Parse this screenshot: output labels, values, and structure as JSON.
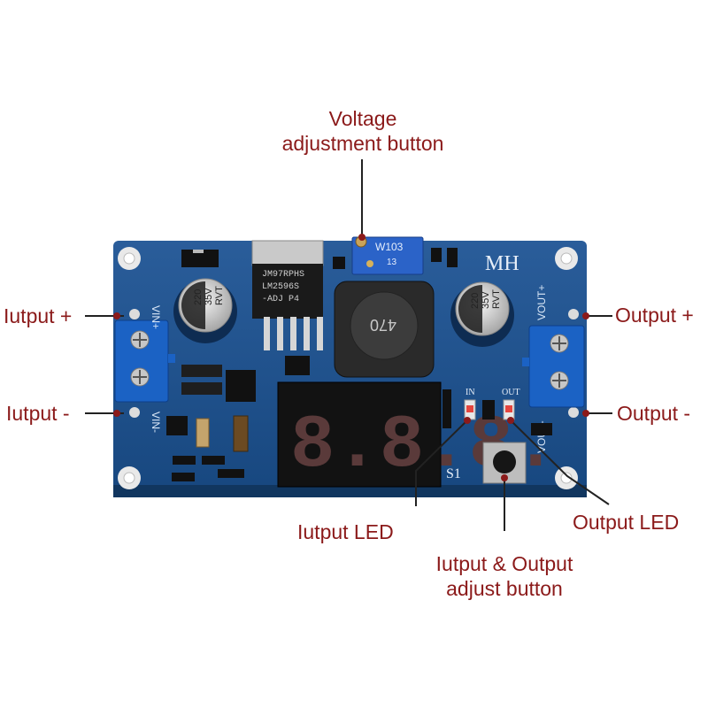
{
  "labels": {
    "voltage_adjust": [
      "Voltage",
      "adjustment button"
    ],
    "input_plus": "Iutput +",
    "input_minus": "Iutput -",
    "output_plus": "Output +",
    "output_minus": "Output -",
    "input_led": "Iutput LED",
    "output_led": "Output LED",
    "io_adjust": [
      "Iutput & Output",
      "adjust button"
    ]
  },
  "board": {
    "brand": "MH",
    "pot_code": "W103",
    "pot_sub": "13",
    "regulator_lines": [
      "JM97RPHS",
      "LM2596S",
      "-ADJ  P4"
    ],
    "inductor_code": "470",
    "cap_left": [
      "220",
      "35V",
      "RVT"
    ],
    "cap_right": [
      "220",
      "35V",
      "RVT"
    ],
    "vin_plus": "VIN+",
    "vin_minus": "VIN-",
    "vout_plus": "VOUT+",
    "vout_minus": "VOUT-",
    "led_in": "IN",
    "led_out": "OUT",
    "switch_label": "S1",
    "display_text": "8.8.8."
  },
  "colors": {
    "label": "#8b1a1a",
    "pcb": "#1d4f8c",
    "terminal": "#1b62c4"
  }
}
